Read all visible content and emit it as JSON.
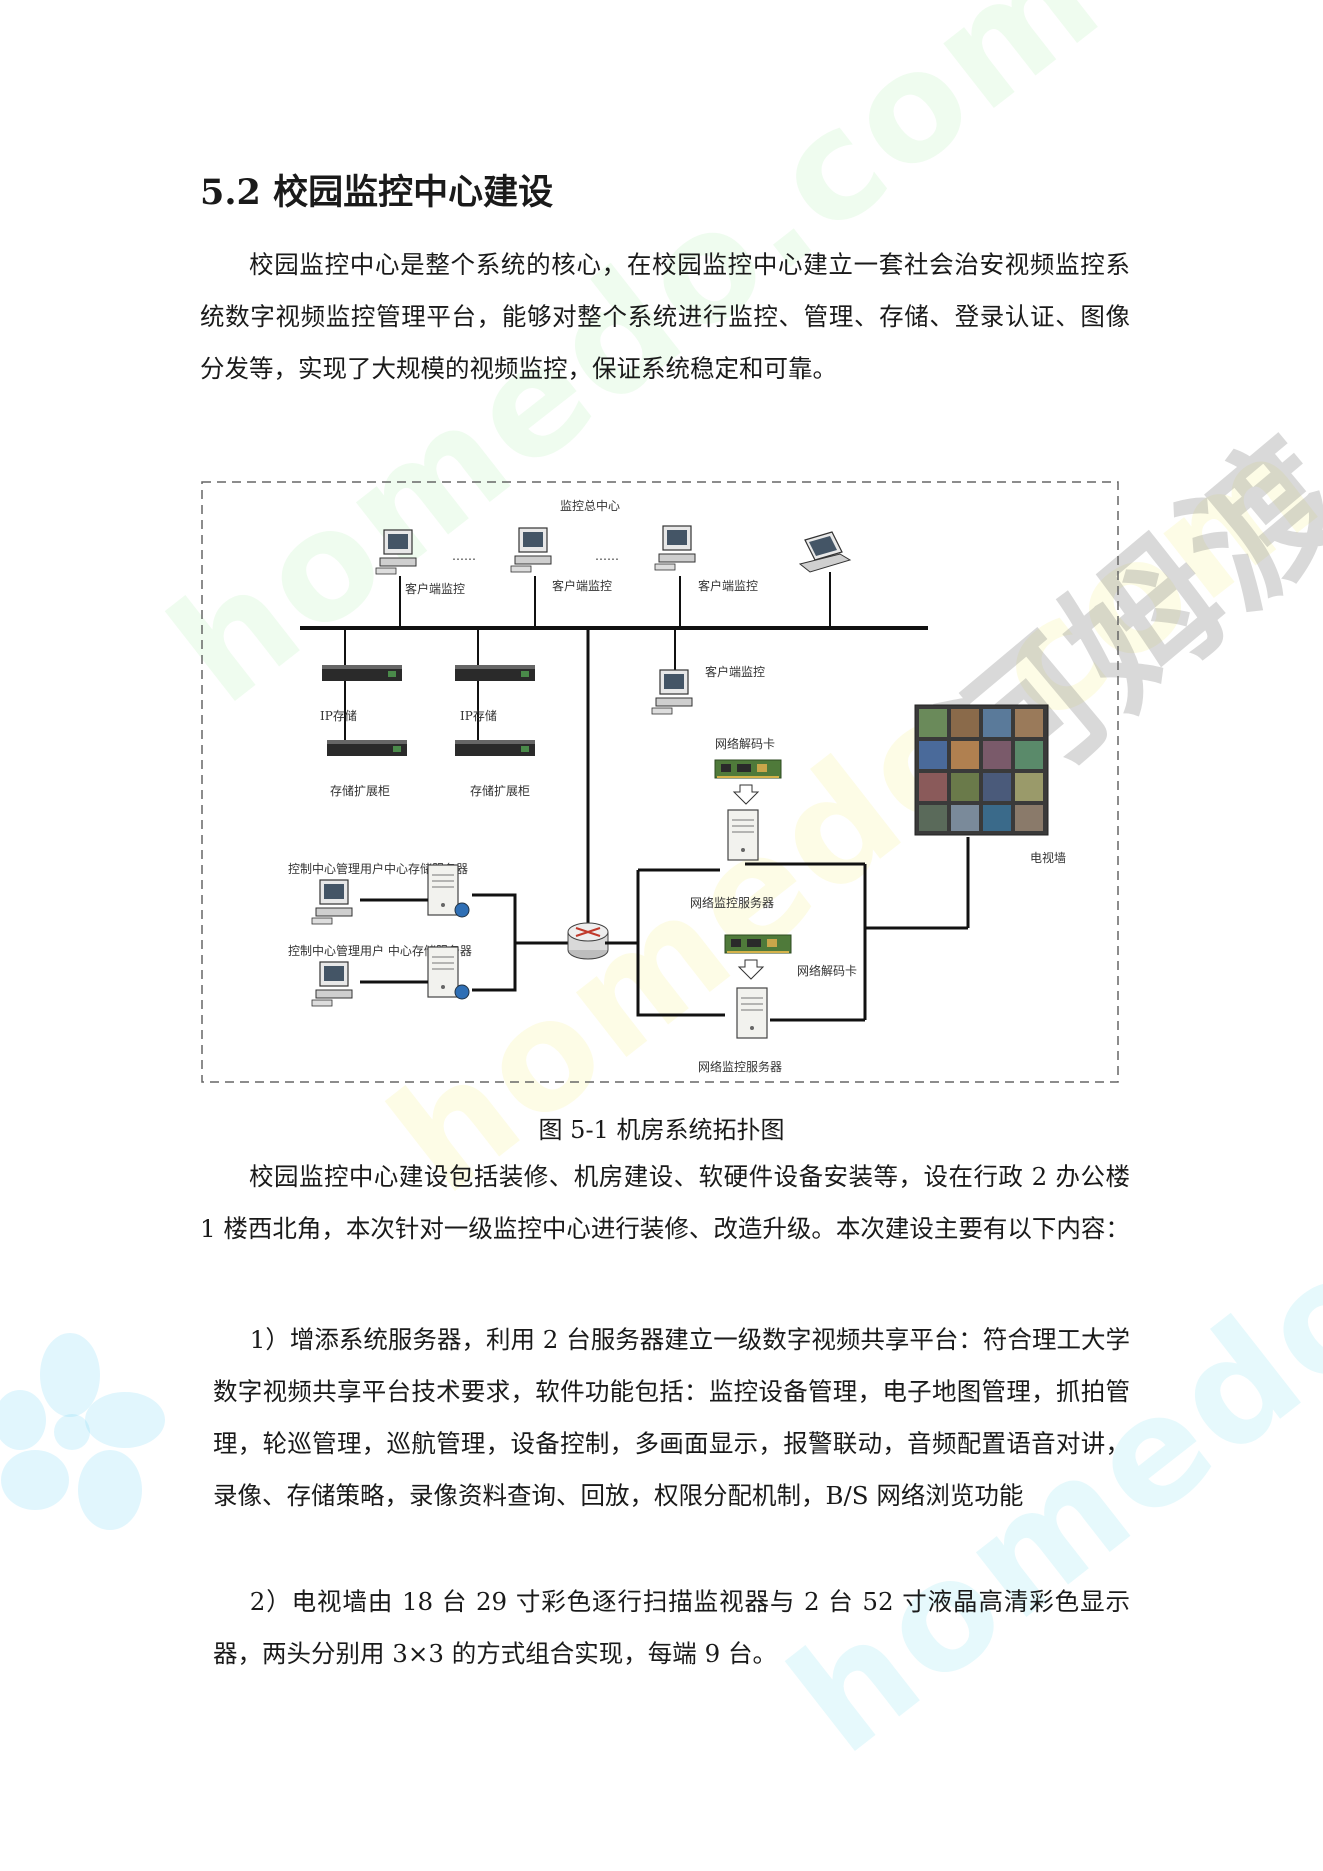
{
  "section": {
    "heading": "5.2  校园监控中心建设"
  },
  "paragraphs": {
    "intro": "校园监控中心是整个系统的核心，在校园监控中心建立一套社会治安视频监控系统数字视频监控管理平台，能够对整个系统进行监控、管理、存储、登录认证、图像分发等，实现了大规模的视频监控，保证系统稳定和可靠。",
    "construction": "校园监控中心建设包括装修、机房建设、软硬件设备安装等，设在行政 2 办公楼 1 楼西北角，本次针对一级监控中心进行装修、改造升级。本次建设主要有以下内容：",
    "item1": "1）增添系统服务器，利用 2 台服务器建立一级数字视频共享平台：符合理工大学数字视频共享平台技术要求，软件功能包括：监控设备管理，电子地图管理，抓拍管理，轮巡管理，巡航管理，设备控制，多画面显示，报警联动，音频配置语音对讲，录像、存储策略，录像资料查询、回放，权限分配机制，B/S 网络浏览功能",
    "item2": "2）电视墙由 18 台 29 寸彩色逐行扫描监视器与 2 台 52 寸液晶高清彩色显示器，两头分别用 3×3 的方式组合实现，每端 9 台。"
  },
  "figure": {
    "caption": "图  5-1  机房系统拓扑图",
    "labels": {
      "center": "监控总中心",
      "dots": "……",
      "client": "客户端监控",
      "ip_storage": "IP存储",
      "storage_expansion": "存储扩展柜",
      "decoder_card": "网络解码卡",
      "monitor_server": "网络监控服务器",
      "tv_wall": "电视墙",
      "ctrl_row1": "控制中心管理用户中心存储服务器",
      "ctrl_row2": "控制中心管理用户  中心存储服务器"
    }
  },
  "watermarks": {
    "site": "homedo.com",
    "brand": "河姆渡"
  },
  "colors": {
    "text": "#1a1a1a",
    "diagram_line": "#111111",
    "dashed_border": "#666666"
  }
}
